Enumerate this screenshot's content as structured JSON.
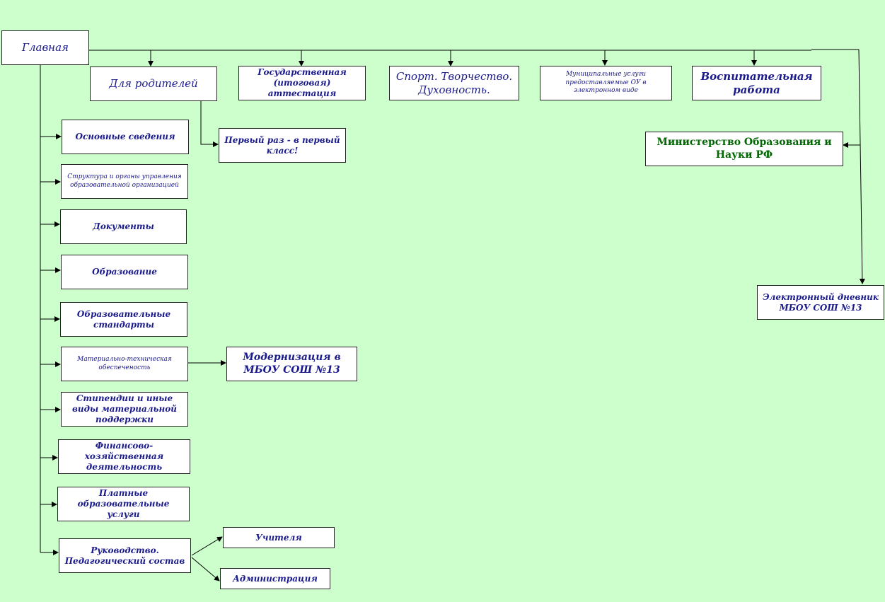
{
  "colors": {
    "background": "#ccffcc",
    "box_fill": "#ffffff",
    "box_border": "#222222",
    "text_blue": "#1a1a8c",
    "text_green": "#006600",
    "connector": "#000000"
  },
  "nodes": {
    "main": "Главная",
    "parents": "Для родителей",
    "attestation": "Государственная (итоговая) аттестация",
    "sport": "Спорт. Творчество. Духовность.",
    "municipal": "Муниципальные услуги предоставляемые ОУ в электронном виде",
    "upbringing": "Воспитательная работа",
    "first_class": "Первый раз - в первый класс!",
    "ministry": "Министерство Образования и Науки РФ",
    "diary": "Электронный дневник МБОУ СОШ №13",
    "basic_info": "Основные сведения",
    "structure": "Структура и органы управления образовательной организацией",
    "documents": "Документы",
    "education": "Образование",
    "standards": "Образовательные стандарты",
    "material": "Материально-техническая обеспеченость",
    "modernization": "Модернизация в МБОУ СОШ №13",
    "scholarships": "Стипендии и иные виды материальной поддержки",
    "finance": "Финансово-хозяйственная деятельность",
    "paid_services": "Платные образовательные услуги",
    "management": "Руководство. Педагогический состав",
    "teachers": "Учителя",
    "administration": "Администрация"
  }
}
